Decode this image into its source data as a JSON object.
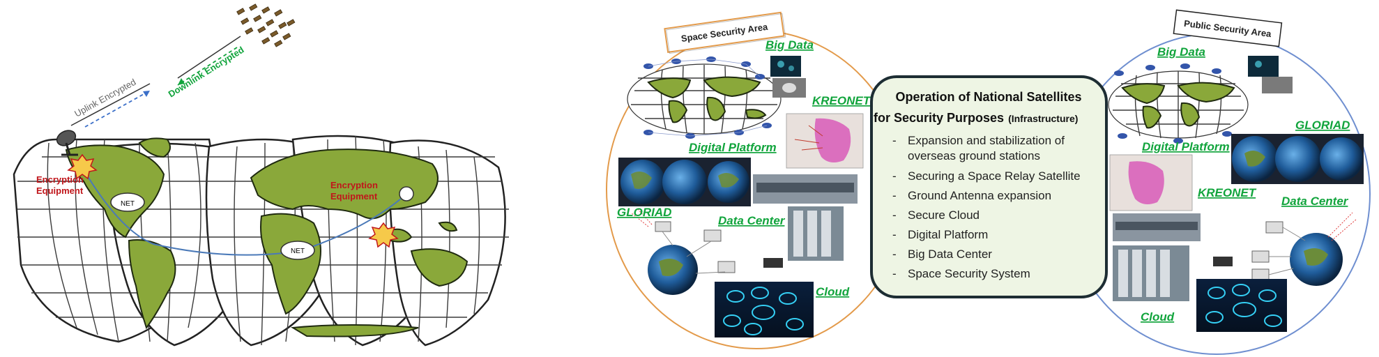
{
  "left_map": {
    "uplink_label": "Uplink Encrypted",
    "downlink_label": "Downlink Encrypted",
    "encryption_left_line1": "Encryption",
    "encryption_left_line2": "Equipment",
    "encryption_right_line1": "Encryption",
    "encryption_right_line2": "Equipment",
    "net_label_1": "NET",
    "net_label_2": "NET"
  },
  "space_area": {
    "tag": "Space Security Area",
    "labels": {
      "big_data": "Big Data",
      "kreonet": "KREONET",
      "digital_platform": "Digital Platform",
      "gloriad": "GLORIAD",
      "data_center": "Data Center",
      "cloud": "Cloud"
    }
  },
  "public_area": {
    "tag": "Public Security Area",
    "labels": {
      "big_data": "Big Data",
      "gloriad": "GLORIAD",
      "digital_platform": "Digital Platform",
      "kreonet": "KREONET",
      "data_center": "Data Center",
      "cloud": "Cloud"
    }
  },
  "center_box": {
    "title_line1": "Operation of National Satellites",
    "title_line2_main": "for Security Purposes",
    "title_line2_suffix": "(Infrastructure)",
    "items": [
      "Expansion and stabilization of",
      "overseas ground stations",
      "Securing a Space Relay Satellite",
      "Ground Antenna expansion",
      "Secure Cloud",
      "Digital Platform",
      "Big Data Center",
      "Space Security System"
    ],
    "bullet": "-"
  },
  "colors": {
    "land": "#8aa83a",
    "link_green": "#11a43c",
    "encryption_red": "#c0161b",
    "box_bg": "#eef5e4",
    "box_border": "#1d2d33",
    "left_circle": "#e39a4a",
    "right_circle": "#6f8fd0"
  }
}
